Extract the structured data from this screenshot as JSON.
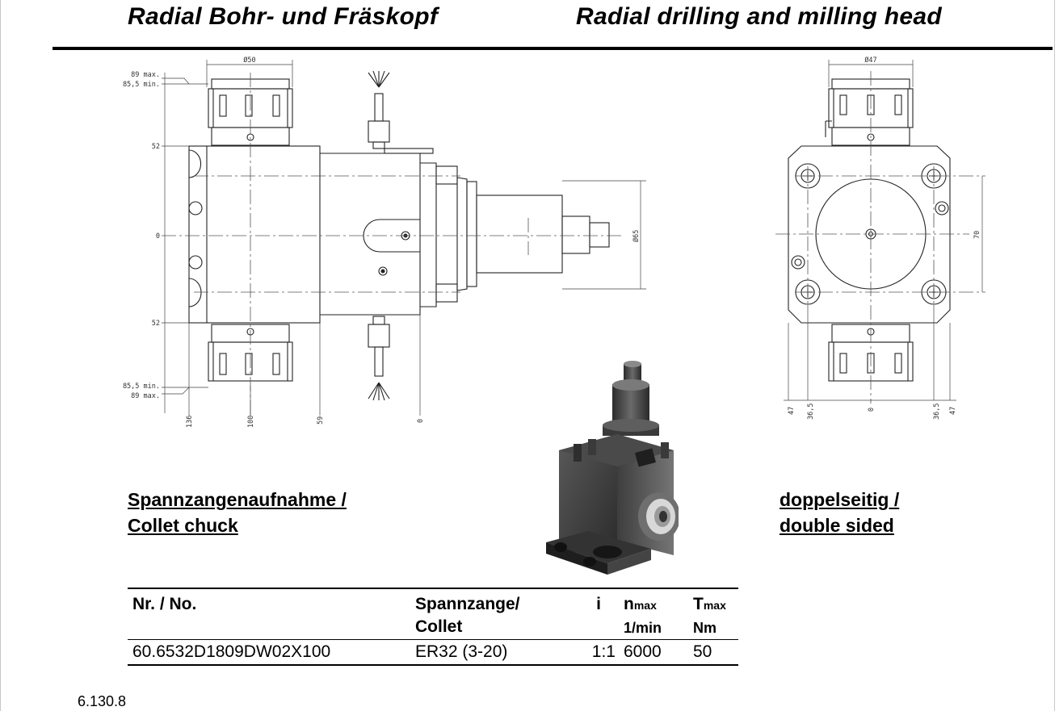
{
  "header": {
    "title_de": "Radial Bohr- und Fräskopf",
    "title_en": "Radial drilling and milling head"
  },
  "drawing_side": {
    "dim_diameter_top": "Ø50",
    "dim_89_max_top": "89 max.",
    "dim_85_5_min_top": "85,5 min.",
    "dim_52_top": "52",
    "dim_0_center": "0",
    "dim_52_bottom": "52",
    "dim_85_5_min_bottom": "85,5 min.",
    "dim_89_max_bottom": "89 max.",
    "dim_136": "136",
    "dim_100": "100",
    "dim_59": "59",
    "dim_0_bottom": "0",
    "dim_diameter_65": "Ø65"
  },
  "drawing_front": {
    "dim_diameter_top": "Ø47",
    "dim_70": "70",
    "dim_47_left": "47",
    "dim_36_5_left": "36,5",
    "dim_0": "0",
    "dim_36_5_right": "36,5",
    "dim_47_right": "47"
  },
  "section": {
    "heading_line1": "Spannzangenaufnahme /",
    "heading_line2": "Collet chuck",
    "double_line1": "doppelseitig /",
    "double_line2": "double sided"
  },
  "spec_table": {
    "col_no": "Nr. / No.",
    "col_collet_1": "Spannzange/",
    "col_collet_2": "Collet",
    "col_i": "i",
    "col_n": "n",
    "col_n_sub": "max",
    "col_n_unit": "1/min",
    "col_t": "T",
    "col_t_sub": "max",
    "col_t_unit": "Nm",
    "rows": [
      {
        "no": "60.6532D1809DW02X100",
        "collet": "ER32 (3-20)",
        "i": "1:1",
        "n": "6000",
        "t": "50"
      }
    ]
  },
  "footer": {
    "page_number": "6.130.8"
  }
}
